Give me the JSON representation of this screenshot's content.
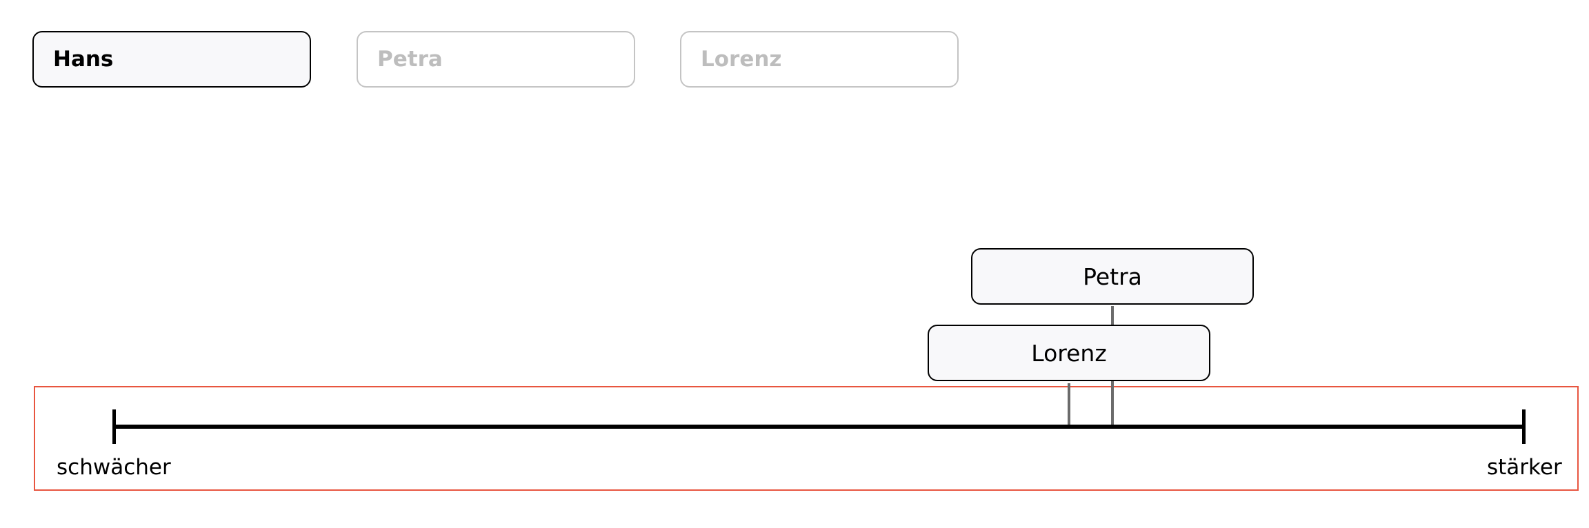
{
  "persons": [
    {
      "name": "Hans",
      "state": "active"
    },
    {
      "name": "Petra",
      "state": "inactive"
    },
    {
      "name": "Lorenz",
      "state": "inactive"
    }
  ],
  "scale": {
    "label_left": "schwächer",
    "label_right": "stärker",
    "frame_color": "#e8553f"
  },
  "placed_markers": [
    {
      "name": "Petra",
      "position_percent": 70.4
    },
    {
      "name": "Lorenz",
      "position_percent": 67.3
    }
  ]
}
